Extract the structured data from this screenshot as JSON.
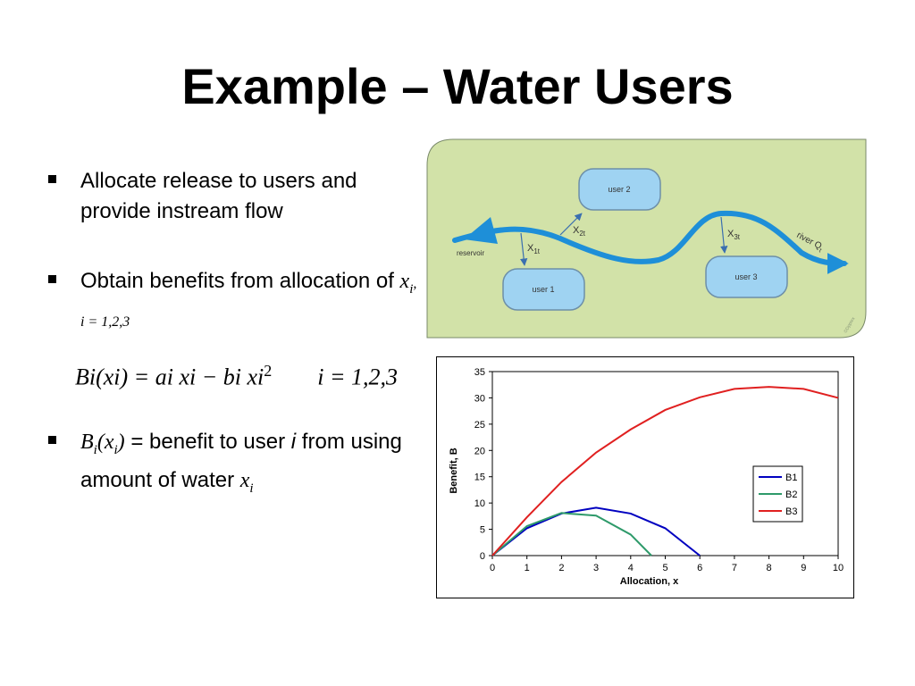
{
  "slide": {
    "title": "Example – Water Users"
  },
  "bullets": {
    "b1": "Allocate release to users and provide instream flow",
    "b2_text": "Obtain benefits from allocation of ",
    "b2_var": "x",
    "b2_sub": "i",
    "b2_range": ", i = 1,2,3",
    "b3_lhs": "B",
    "b3_sub": "i",
    "b3_arg": "(x",
    "b3_argsub": "i",
    "b3_close": ")",
    "b3_text": " = benefit to user ",
    "b3_user": "i",
    "b3_text2": " from using amount of water ",
    "b3_var": "x",
    "b3_varsub": "i"
  },
  "formula": {
    "text_main": "Bi(xi) = ai xi − bi xi",
    "exp": "2",
    "range": "i = 1,2,3"
  },
  "diagram": {
    "bg_color": "#d2e2a8",
    "reservoir_label": "reservoir",
    "user1": "user 1",
    "user2": "user 2",
    "user3": "user 3",
    "x1": "X",
    "x1sub": "1t",
    "x2": "X",
    "x2sub": "2t",
    "x3": "X",
    "x3sub": "3t",
    "river": "river Q",
    "river_sub": "t",
    "credit": "©Dpptex"
  },
  "chart_data": {
    "type": "line",
    "xlabel": "Allocation, x",
    "ylabel": "Benefit, B",
    "xlim": [
      0,
      10
    ],
    "ylim": [
      0,
      35
    ],
    "xticks": [
      "0",
      "1",
      "2",
      "3",
      "4",
      "5",
      "6",
      "7",
      "8",
      "9",
      "10"
    ],
    "yticks": [
      "0",
      "5",
      "10",
      "15",
      "20",
      "25",
      "30",
      "35"
    ],
    "grid": false,
    "legend_position": "right",
    "series": [
      {
        "name": "B1",
        "color": "#0000c0",
        "points": [
          [
            0,
            0
          ],
          [
            1,
            5.2
          ],
          [
            2,
            8
          ],
          [
            3,
            9.1
          ],
          [
            4,
            8
          ],
          [
            5,
            5.2
          ],
          [
            6,
            0
          ]
        ]
      },
      {
        "name": "B2",
        "color": "#2e9a6a",
        "points": [
          [
            0,
            0
          ],
          [
            1,
            5.6
          ],
          [
            2,
            8.1
          ],
          [
            3,
            7.6
          ],
          [
            4,
            4
          ],
          [
            4.6,
            0
          ]
        ]
      },
      {
        "name": "B3",
        "color": "#e02020",
        "points": [
          [
            0,
            0
          ],
          [
            1,
            7.3
          ],
          [
            2,
            14
          ],
          [
            3,
            19.6
          ],
          [
            4,
            24
          ],
          [
            5,
            27.7
          ],
          [
            6,
            30.1
          ],
          [
            7,
            31.7
          ],
          [
            8,
            32.1
          ],
          [
            9,
            31.7
          ],
          [
            10,
            30
          ]
        ]
      }
    ]
  }
}
